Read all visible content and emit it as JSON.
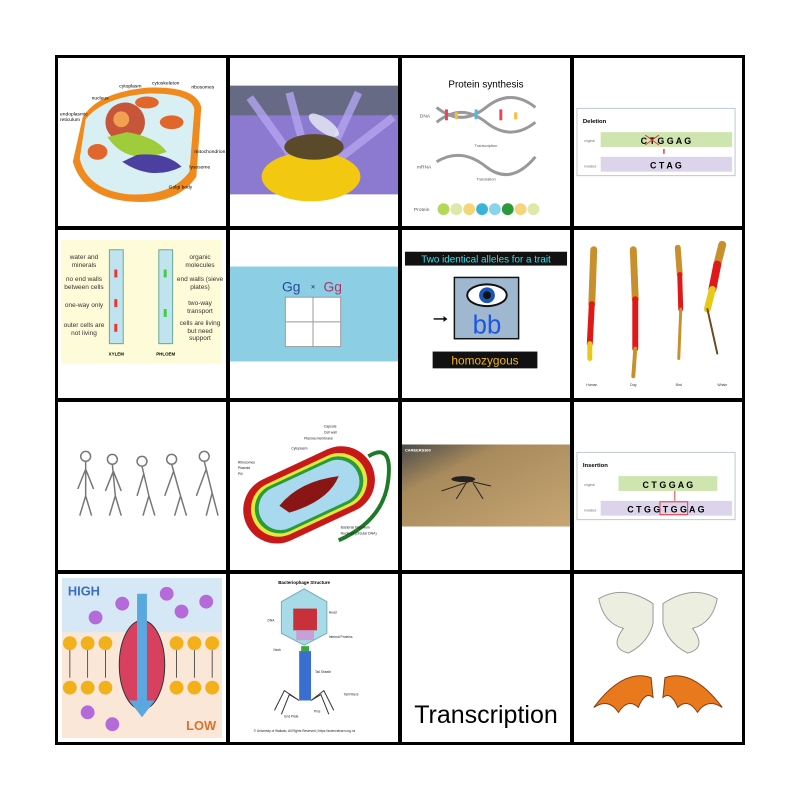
{
  "cells": {
    "animal_cell": {
      "labels": [
        "cytoplasm",
        "cytoskeleton",
        "ribosomes",
        "nucleus",
        "endoplasmic",
        "reticulum",
        "mitochondrion",
        "lysosome",
        "Golgi body"
      ]
    },
    "bee": {},
    "protein_synthesis": {
      "title": "Protein synthesis",
      "dna": "DNA",
      "transcription": "Transcription",
      "mrna": "mRNA",
      "translation": "Translation",
      "protein": "Protein"
    },
    "deletion": {
      "title": "Deletion",
      "original_label": "original",
      "original_seq": "C T G G A G",
      "mutated_label": "mutated",
      "mutated_seq": "C T A G"
    },
    "xylem_phloem": {
      "left": [
        "water and minerals",
        "no end walls between cells",
        "one-way only",
        "outer cells are not living"
      ],
      "right": [
        "organic molecules",
        "end walls (sieve plates)",
        "two-way transport",
        "cells are living but need support"
      ],
      "xylem": "XYLEM",
      "phloem": "PHLOEM"
    },
    "punnett": {
      "parent1": "Gg",
      "times": "×",
      "parent2": "Gg"
    },
    "homozygous": {
      "banner": "Two identical alleles for a trait",
      "alleles": "bb",
      "word": "homozygous"
    },
    "limbs": {
      "labels": [
        "Human",
        "Dog",
        "Bird",
        "Whale"
      ]
    },
    "evolution": {},
    "bacteria": {
      "labels": [
        "Capsule",
        "Cell wall",
        "Plasma membrane",
        "Cytoplasm",
        "Ribosomes",
        "Plasmid",
        "Pili",
        "Bacterial Flagellum",
        "Nucleoid (circular DNA)"
      ]
    },
    "mosquito": {
      "watermark": "CAREERS360"
    },
    "insertion": {
      "title": "Insertion",
      "original_label": "original",
      "original_seq": "C T G G A G",
      "mutated_label": "mutated",
      "mutated_seq": "C T G G T G G A G"
    },
    "diffusion": {
      "high": "HIGH",
      "low": "LOW"
    },
    "bacteriophage": {
      "title": "Bacteriophage Structure",
      "labels": [
        "Head",
        "DNA",
        "Internal Proteins",
        "Neck",
        "Tail Sheath",
        "Tail Fibers",
        "End Plate",
        "Pins"
      ],
      "credit": "© University of Waikato. All Rights Reserved | https://sciencelearn.org.nz"
    },
    "free": {
      "text": "Transcription"
    },
    "wings": {}
  },
  "colors": {
    "grid": "#000000",
    "cell_bg": "#ffffff"
  }
}
